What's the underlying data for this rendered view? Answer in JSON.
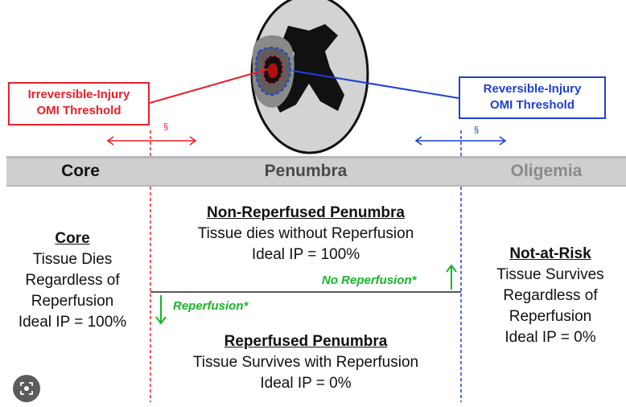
{
  "labels": {
    "irreversible_line1": "Irreversible-Injury",
    "irreversible_line2": "OMI Threshold",
    "reversible_line1": "Reversible-Injury",
    "reversible_line2": "OMI Threshold",
    "section_symbol": "§"
  },
  "header": {
    "core": "Core",
    "penumbra": "Penumbra",
    "oligemia": "Oligemia"
  },
  "core_block": {
    "title": "Core",
    "line1": "Tissue Dies",
    "line2": "Regardless of",
    "line3": "Reperfusion",
    "line4": "Ideal IP = 100%"
  },
  "non_reperfused": {
    "title": "Non-Reperfused Penumbra",
    "line1": "Tissue dies without Reperfusion",
    "line2": "Ideal IP = 100%"
  },
  "reperfused": {
    "title": "Reperfused Penumbra",
    "line1": "Tissue Survives with Reperfusion",
    "line2": "Ideal IP = 0%"
  },
  "not_at_risk": {
    "title": "Not-at-Risk",
    "line1": "Tissue Survives",
    "line2": "Regardless of",
    "line3": "Reperfusion",
    "line4": "Ideal IP = 0%"
  },
  "annotations": {
    "no_reperfusion": "No Reperfusion*",
    "reperfusion": "Reperfusion*"
  },
  "colors": {
    "irreversible": "#e8202a",
    "reversible": "#1f3fd6",
    "arrow_green": "#18b52a",
    "band": "#cfcfcf"
  },
  "icons": {
    "zoom": "lens-search-icon"
  }
}
